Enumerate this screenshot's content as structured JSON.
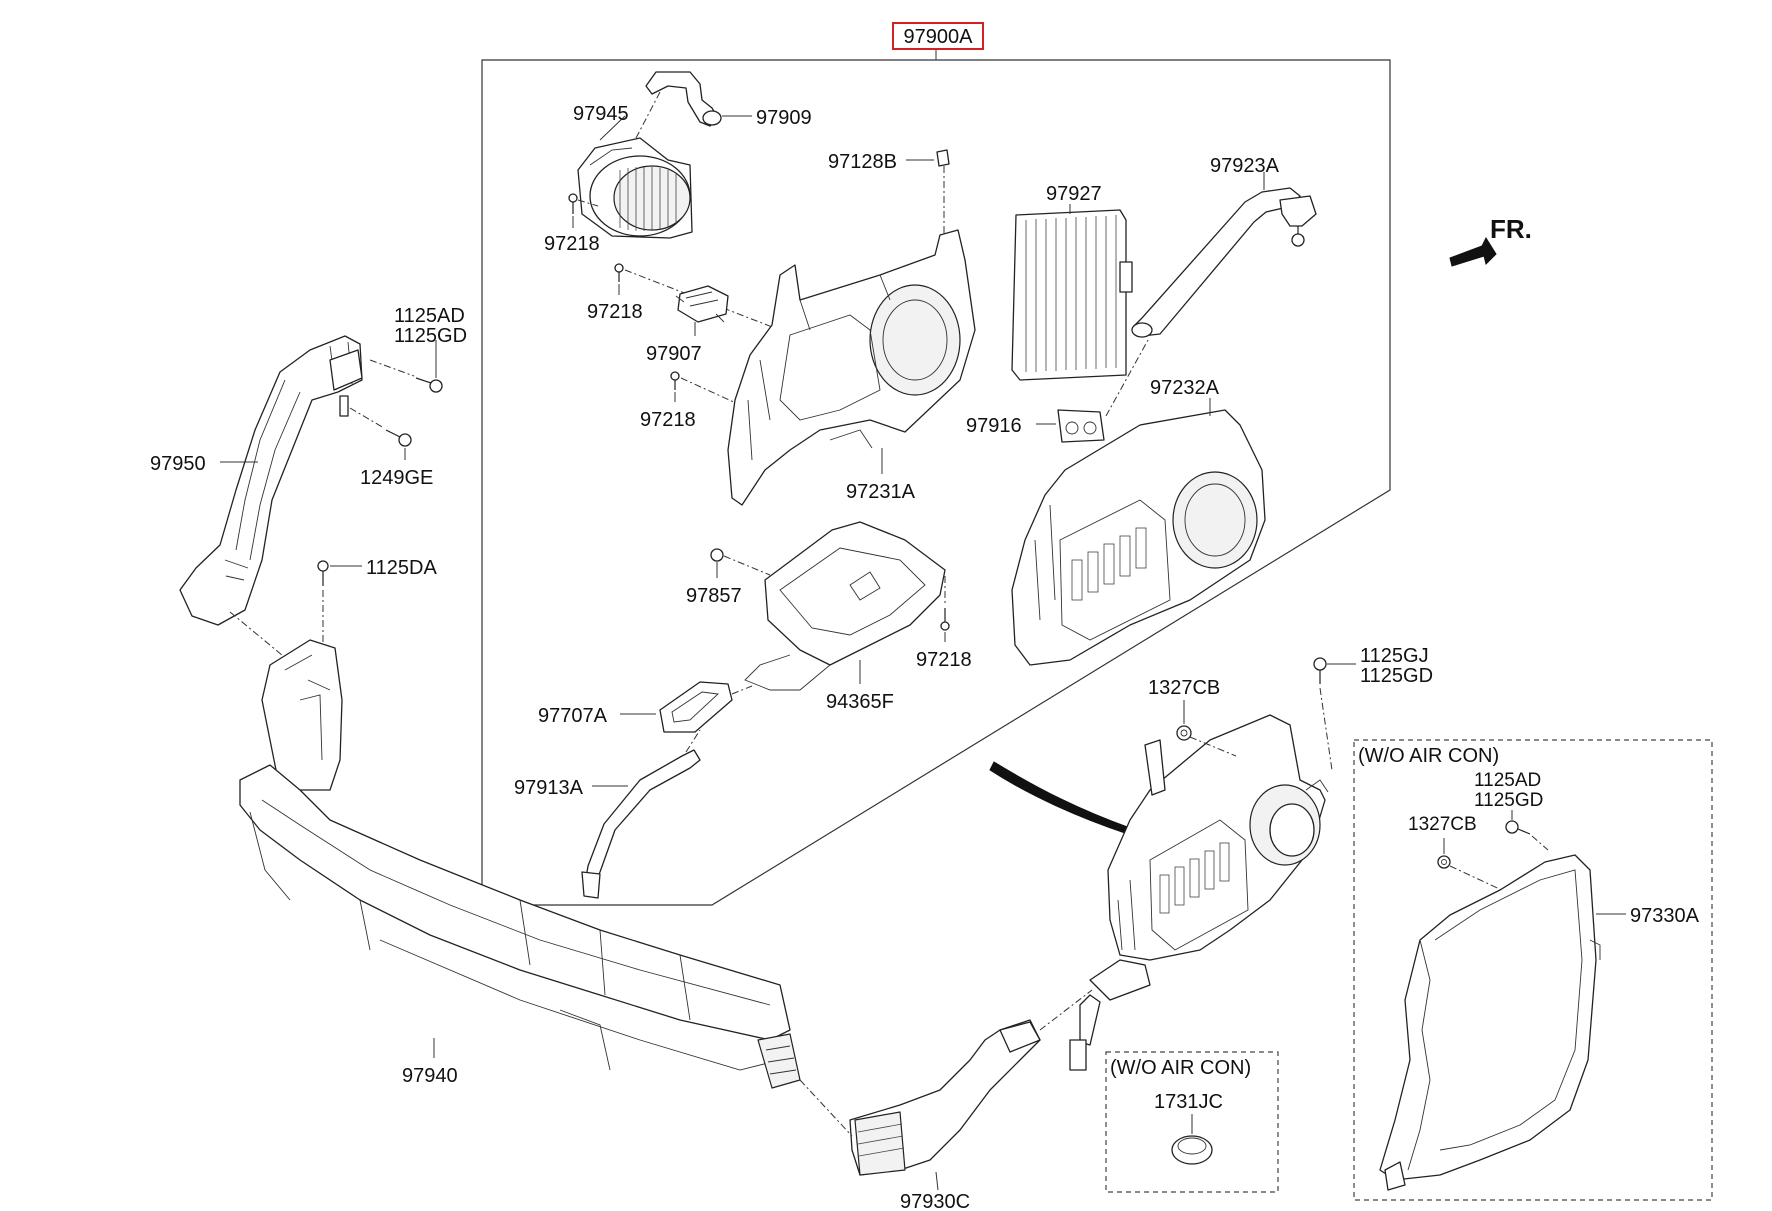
{
  "diagram": {
    "assembly_label": "97900A",
    "assembly_highlight_color": "#d42020",
    "front_indicator": "FR.",
    "wo_air_con_label": "(W/O AIR CON)",
    "parts": {
      "p97945": "97945",
      "p97909": "97909",
      "p97128B": "97128B",
      "p97927": "97927",
      "p97923A": "97923A",
      "p97218_a": "97218",
      "p97218_b": "97218",
      "p97218_c": "97218",
      "p97218_d": "97218",
      "p97907": "97907",
      "p97916": "97916",
      "p97232A": "97232A",
      "p97231A": "97231A",
      "p97857": "97857",
      "p94365F": "94365F",
      "p97707A": "97707A",
      "p97913A": "97913A",
      "p1125AD_a": "1125AD",
      "p1125GD_a": "1125GD",
      "p97950": "97950",
      "p1249GE": "1249GE",
      "p1125DA": "1125DA",
      "p1125GJ": "1125GJ",
      "p1125GD_b": "1125GD",
      "p1327CB_a": "1327CB",
      "p1125AD_b": "1125AD",
      "p1125GD_c": "1125GD",
      "p1327CB_b": "1327CB",
      "p97330A": "97330A",
      "p97940": "97940",
      "p1731JC": "1731JC",
      "p97930C": "97930C"
    }
  }
}
